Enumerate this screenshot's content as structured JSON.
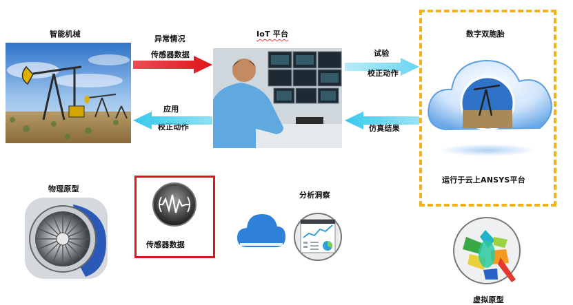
{
  "smart_machine": {
    "title": "智能机械"
  },
  "arrow_top": {
    "line1": "异常情况",
    "line2": "传感器数据"
  },
  "iot": {
    "title": "IoT 平台"
  },
  "arrow_bottom_left": {
    "line1": "应用",
    "line2": "校正动作"
  },
  "arrow_top_right": {
    "line1": "试验",
    "line2": "校正动作"
  },
  "arrow_bottom_right": {
    "line1": "仿真结果"
  },
  "digital_twin": {
    "title": "数字双胞胎",
    "caption": "运行于云上ANSYS平台"
  },
  "physical_prototype": {
    "title": "物理原型"
  },
  "sensor": {
    "label": "传感器数据"
  },
  "analysis": {
    "title": "分析洞察"
  },
  "virtual_prototype": {
    "title": "虚拟原型"
  },
  "colors": {
    "red_arrow": "#e0141b",
    "cyan_arrow": "#36c8ec",
    "dashed_border": "#f0b21a",
    "cloud_blue": "#2f80d8"
  },
  "icons": [
    "pumpjack-photo",
    "operator-photo",
    "cloud-icon",
    "jet-engine-photo",
    "sensor-signal-icon",
    "dashboard-icon",
    "turbine-render"
  ]
}
